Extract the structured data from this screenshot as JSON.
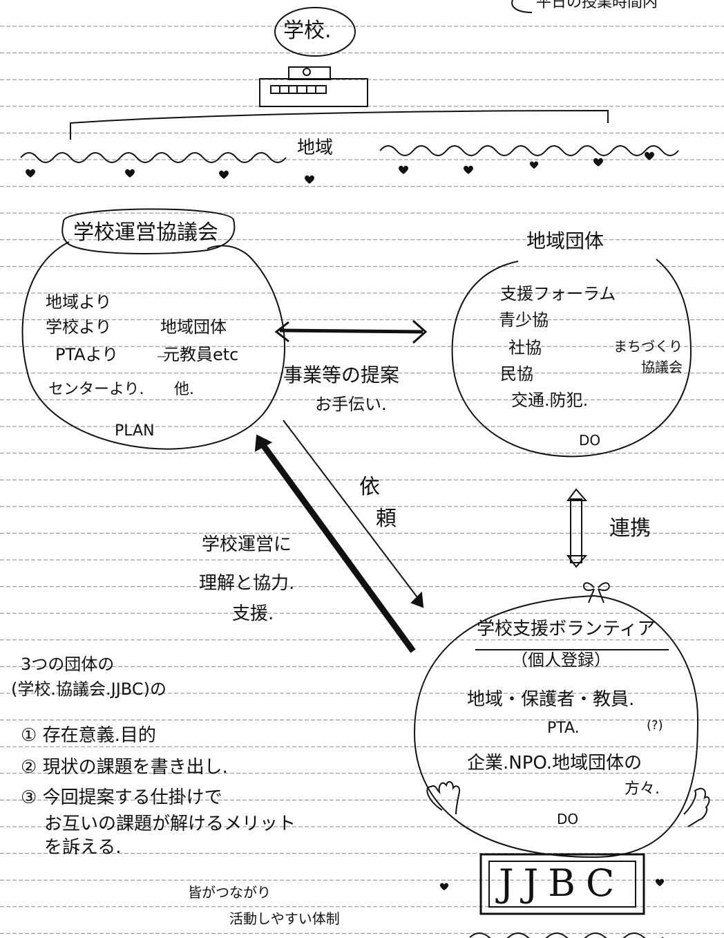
{
  "corner_note": "平日の授業時間内",
  "school": {
    "label": "学校."
  },
  "region": {
    "label": "地域"
  },
  "council": {
    "title": "学校運営協議会",
    "rows": [
      {
        "left": "地域より",
        "right": ""
      },
      {
        "left": "学校より",
        "right": "地域団体"
      },
      {
        "left": "PTAより",
        "right": "元教員etc"
      },
      {
        "left": "センターより.",
        "right": "他."
      }
    ],
    "role": "PLAN"
  },
  "community": {
    "title": "地域団体",
    "items": [
      "支援フォーラム",
      "青少協",
      "社協",
      "民協",
      "交通.防犯."
    ],
    "side_item": [
      "まちづくり",
      "協議会"
    ],
    "role": "DO"
  },
  "arrow_council_community": {
    "line1": "事業等の提案",
    "line2": "お手伝い."
  },
  "arrow_request": {
    "line1": "依",
    "line2": "頼"
  },
  "arrow_support": {
    "line1": "学校運営に",
    "line2": "理解と協力.",
    "line3": "支援."
  },
  "arrow_link": {
    "label": "連携"
  },
  "volunteer": {
    "title": "学校支援ボランティア",
    "subtitle": "（個人登録）",
    "line1": "地域・保護者・教員.",
    "line2": "PTA.",
    "line2_note": "(?)",
    "line3": "企業.NPO.地域団体の",
    "line4": "方々.",
    "role": "DO"
  },
  "jjbc": {
    "label": "JJBC"
  },
  "notes": {
    "intro1": "3つの団体の",
    "intro2": "(学校.協議会.JJBC)の",
    "item1": "① 存在意義.目的",
    "item2": "② 現状の課題を書き出し.",
    "item3a": "③ 今回提案する仕掛けで",
    "item3b": "お互いの課題が解けるメリット",
    "item3c": "を訴える."
  },
  "footer": {
    "line1": "皆がつながり",
    "line2": "活動しやすい体制"
  },
  "colors": {
    "ink": "#111111",
    "ruled_line": "#8a8a8a",
    "paper": "#ffffff"
  }
}
